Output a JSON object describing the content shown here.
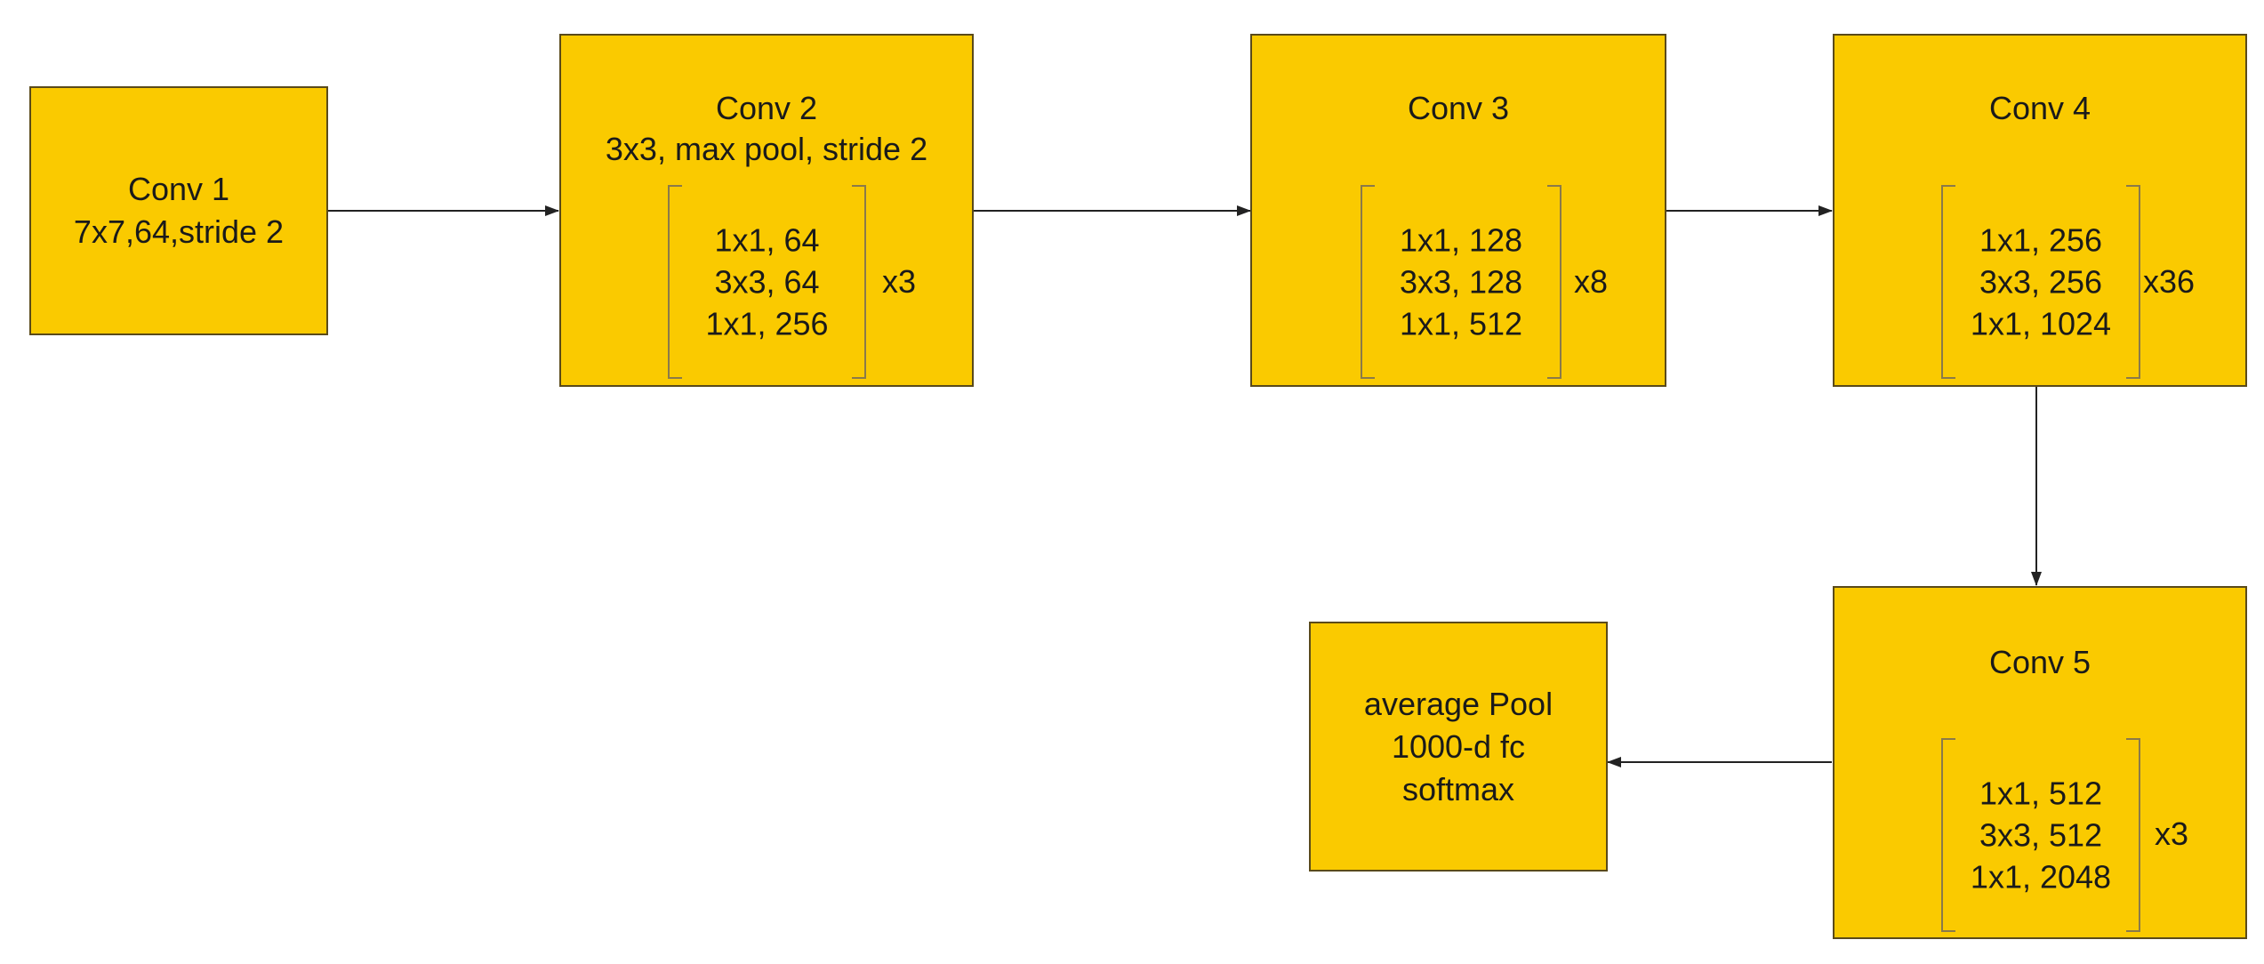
{
  "colors": {
    "block_fill": "#FACA00",
    "block_border": "#5a4a1a",
    "edge": "#222222"
  },
  "blocks": {
    "conv1": {
      "title": "Conv 1",
      "subtitle": "7x7,64,stride 2"
    },
    "conv2": {
      "title": "Conv 2",
      "subtitle": "3x3, max pool, stride 2",
      "rows": [
        "1x1, 64",
        "3x3, 64",
        "1x1, 256"
      ],
      "repeat": "x3"
    },
    "conv3": {
      "title": "Conv 3",
      "rows": [
        "1x1, 128",
        "3x3, 128",
        "1x1, 512"
      ],
      "repeat": "x8"
    },
    "conv4": {
      "title": "Conv 4",
      "rows": [
        "1x1, 256",
        "3x3, 256",
        "1x1, 1024"
      ],
      "repeat": "x36"
    },
    "conv5": {
      "title": "Conv 5",
      "rows": [
        "1x1, 512",
        "3x3, 512",
        "1x1, 2048"
      ],
      "repeat": "x3"
    },
    "head": {
      "lines": [
        "average Pool",
        "1000-d fc",
        "softmax"
      ]
    }
  }
}
